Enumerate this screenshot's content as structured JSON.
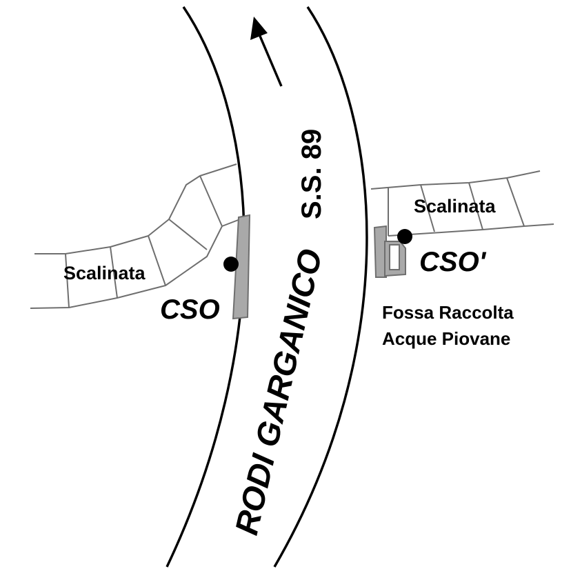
{
  "map": {
    "road_name": "RODI GARGANICO",
    "road_code": "S.S. 89",
    "stair_left_label": "Scalinata",
    "stair_right_label": "Scalinata",
    "cso_left_label": "CSO",
    "cso_right_label": "CSO'",
    "basin_label_line1": "Fossa Raccolta",
    "basin_label_line2": "Acque Piovane",
    "icons": {
      "direction": "north-arrow-icon",
      "cso_point": "filled-circle-marker-icon"
    },
    "colors": {
      "ink": "#000000",
      "stair_lines": "#6e6e6e",
      "structure_fill": "#a9a9a9",
      "background": "#ffffff"
    }
  }
}
